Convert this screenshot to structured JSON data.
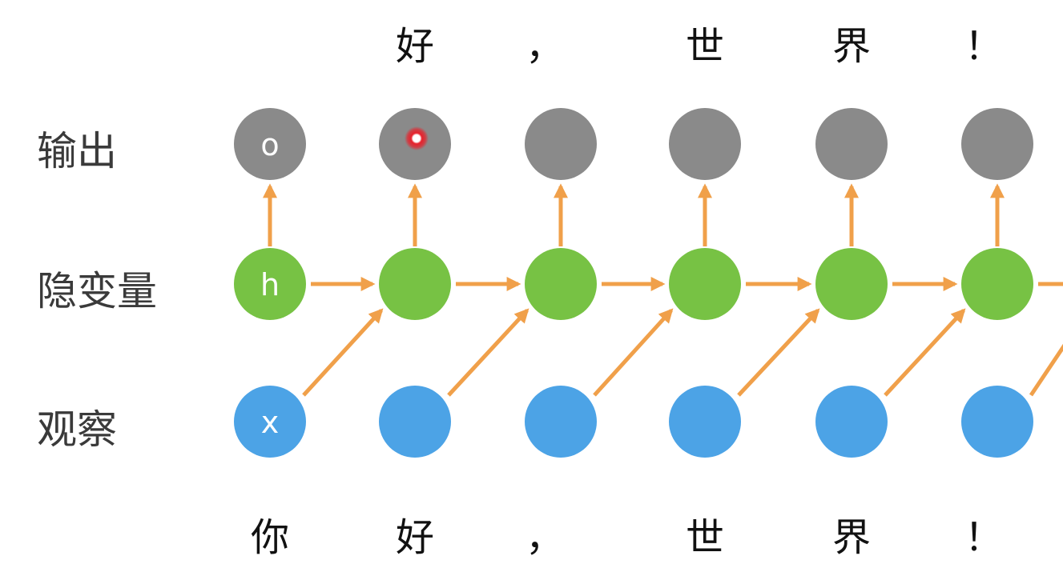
{
  "row_labels": {
    "output": "输出",
    "hidden": "隐变量",
    "observation": "观察"
  },
  "node_letters": {
    "output": "o",
    "hidden": "h",
    "observation": "x"
  },
  "output_tokens": [
    "好",
    "，",
    "世",
    "界",
    "！"
  ],
  "input_tokens": [
    "你",
    "好",
    "，",
    "世",
    "界",
    "！"
  ],
  "colors": {
    "output_node": "#8a8a8a",
    "hidden_node": "#77c244",
    "observation_node": "#4ca3e6",
    "arrow": "#f0a04a",
    "cursor_ring": "#e8202a"
  }
}
